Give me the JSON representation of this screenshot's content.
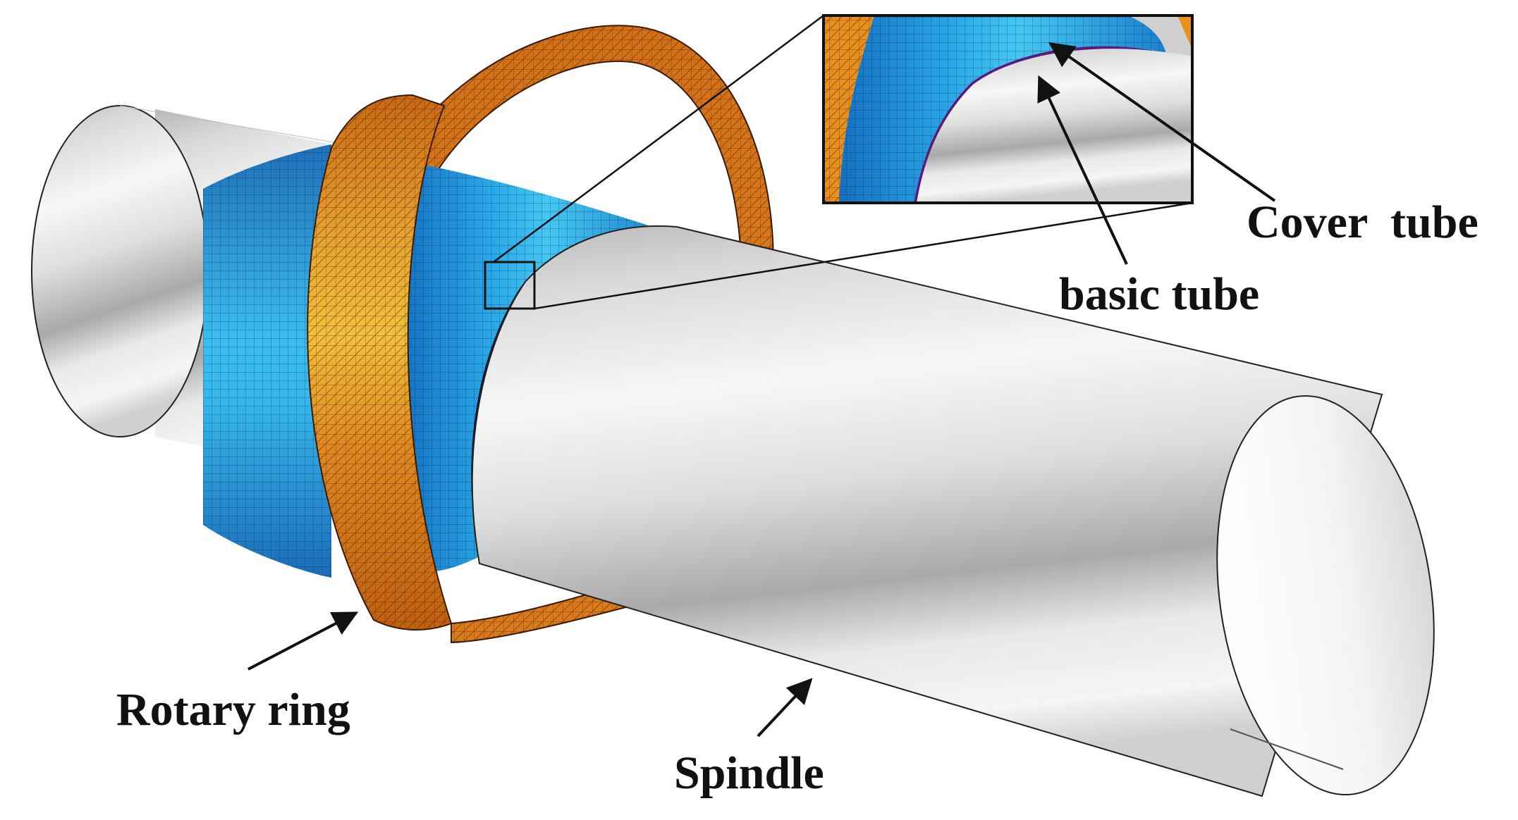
{
  "labels": {
    "cover_tube": "Cover  tube",
    "basic_tube": "basic tube",
    "rotary_ring": "Rotary ring",
    "spindle": "Spindle"
  },
  "colors": {
    "spindle_light": "#f2f2f2",
    "spindle_mid": "#d2d2d2",
    "spindle_dark": "#9c9c9c",
    "cover_tube_blue": "#1f8fd6",
    "cover_tube_cyan": "#3ec3f0",
    "ring_orange": "#d9761a",
    "ring_light": "#f0a030",
    "ring_yellow": "#f2c23a",
    "basic_tube_purple": "#5a1a7a",
    "outline": "#111111"
  }
}
